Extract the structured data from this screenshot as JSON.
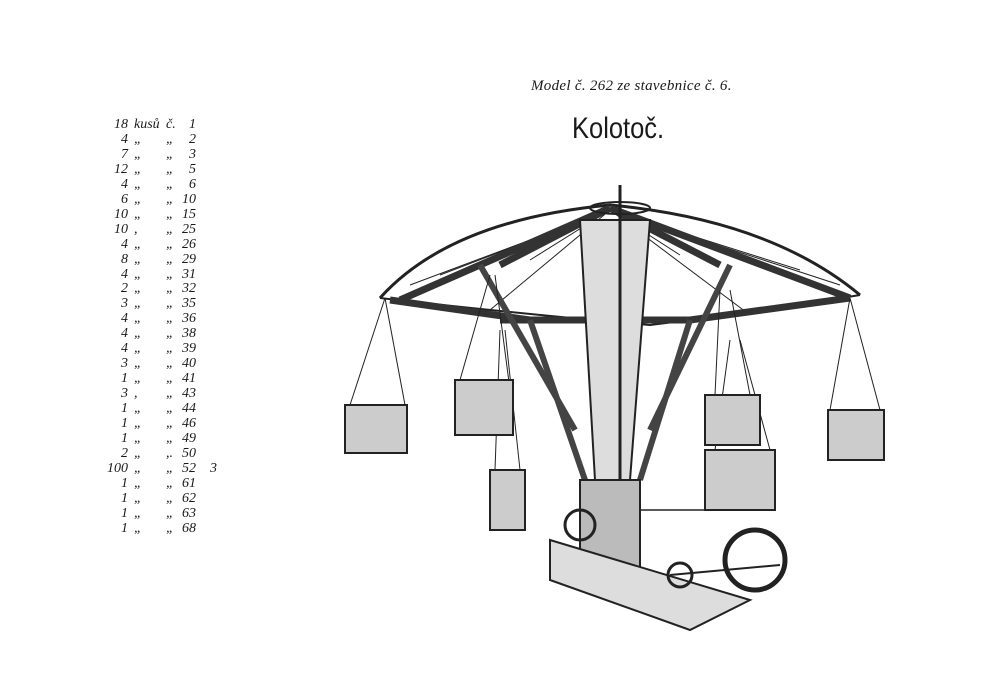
{
  "header": {
    "subtitle": "Model č. 262 ze stavebnice č. 6.",
    "title": "Kolotoč."
  },
  "parts_list": [
    {
      "qty": "18",
      "unit": "kusů",
      "sep": "č.",
      "part": "1",
      "extra": ""
    },
    {
      "qty": "4",
      "unit": "„",
      "sep": "„",
      "part": "2",
      "extra": ""
    },
    {
      "qty": "7",
      "unit": "„",
      "sep": "„",
      "part": "3",
      "extra": ""
    },
    {
      "qty": "12",
      "unit": "„",
      "sep": "„",
      "part": "5",
      "extra": ""
    },
    {
      "qty": "4",
      "unit": "„",
      "sep": "„",
      "part": "6",
      "extra": ""
    },
    {
      "qty": "6",
      "unit": "„",
      "sep": "„",
      "part": "10",
      "extra": ""
    },
    {
      "qty": "10",
      "unit": "„",
      "sep": "„",
      "part": "15",
      "extra": ""
    },
    {
      "qty": "10",
      "unit": ",",
      "sep": "„",
      "part": "25",
      "extra": ""
    },
    {
      "qty": "4",
      "unit": "„",
      "sep": "„",
      "part": "26",
      "extra": ""
    },
    {
      "qty": "8",
      "unit": "„",
      "sep": "„",
      "part": "29",
      "extra": ""
    },
    {
      "qty": "4",
      "unit": "„",
      "sep": "„",
      "part": "31",
      "extra": ""
    },
    {
      "qty": "2",
      "unit": "„",
      "sep": "„",
      "part": "32",
      "extra": ""
    },
    {
      "qty": "3",
      "unit": "„",
      "sep": "„",
      "part": "35",
      "extra": ""
    },
    {
      "qty": "4",
      "unit": "„",
      "sep": "„",
      "part": "36",
      "extra": ""
    },
    {
      "qty": "4",
      "unit": "„",
      "sep": "„",
      "part": "38",
      "extra": ""
    },
    {
      "qty": "4",
      "unit": "„",
      "sep": "„",
      "part": "39",
      "extra": ""
    },
    {
      "qty": "3",
      "unit": "„",
      "sep": "„",
      "part": "40",
      "extra": ""
    },
    {
      "qty": "1",
      "unit": "„",
      "sep": "„",
      "part": "41",
      "extra": ""
    },
    {
      "qty": "3",
      "unit": ",",
      "sep": "„",
      "part": "43",
      "extra": ""
    },
    {
      "qty": "1",
      "unit": "„",
      "sep": "„",
      "part": "44",
      "extra": ""
    },
    {
      "qty": "1",
      "unit": "„",
      "sep": "„",
      "part": "46",
      "extra": ""
    },
    {
      "qty": "1",
      "unit": "„",
      "sep": "„",
      "part": "49",
      "extra": ""
    },
    {
      "qty": "2",
      "unit": "„",
      "sep": ",.",
      "part": "50",
      "extra": ""
    },
    {
      "qty": "100",
      "unit": "„",
      "sep": "„",
      "part": "52",
      "extra": "3"
    },
    {
      "qty": "1",
      "unit": "„",
      "sep": "„",
      "part": "61",
      "extra": ""
    },
    {
      "qty": "1",
      "unit": "„",
      "sep": "„",
      "part": "62",
      "extra": ""
    },
    {
      "qty": "1",
      "unit": "„",
      "sep": "„",
      "part": "63",
      "extra": ""
    },
    {
      "qty": "1",
      "unit": "„",
      "sep": "„",
      "part": "68",
      "extra": ""
    }
  ]
}
